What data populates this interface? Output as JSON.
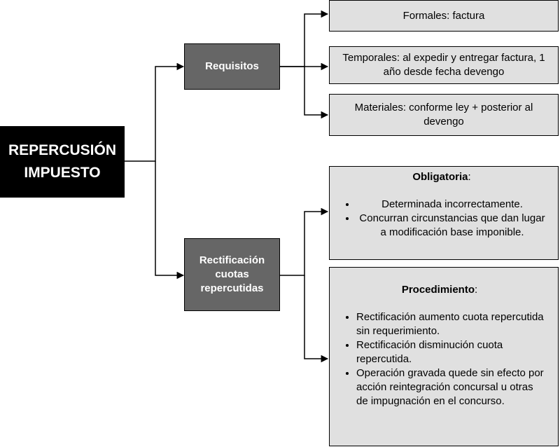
{
  "root": {
    "line1": "REPERCUSIÓN",
    "line2": "IMPUESTO"
  },
  "requisitos": {
    "label": "Requisitos",
    "items": [
      "Formales: factura",
      "Temporales: al expedir y entregar factura, 1 año desde fecha devengo",
      "Materiales: conforme ley + posterior al devengo"
    ]
  },
  "rectificacion": {
    "line1": "Rectificación",
    "line2": "cuotas",
    "line3": "repercutidas",
    "obligatoria": {
      "title": "Obligatoria",
      "suffix": ":",
      "items": [
        "Determinada incorrectamente.",
        "Concurran circunstancias que dan lugar a modificación base imponible."
      ]
    },
    "procedimiento": {
      "title": "Procedimiento",
      "suffix": ":",
      "items": [
        "Rectificación aumento cuota repercutida sin requerimiento.",
        "Rectificación disminución cuota repercutida.",
        "Operación gravada quede sin efecto por acción reintegración concursal u otras de impugnación en el concurso."
      ]
    }
  }
}
